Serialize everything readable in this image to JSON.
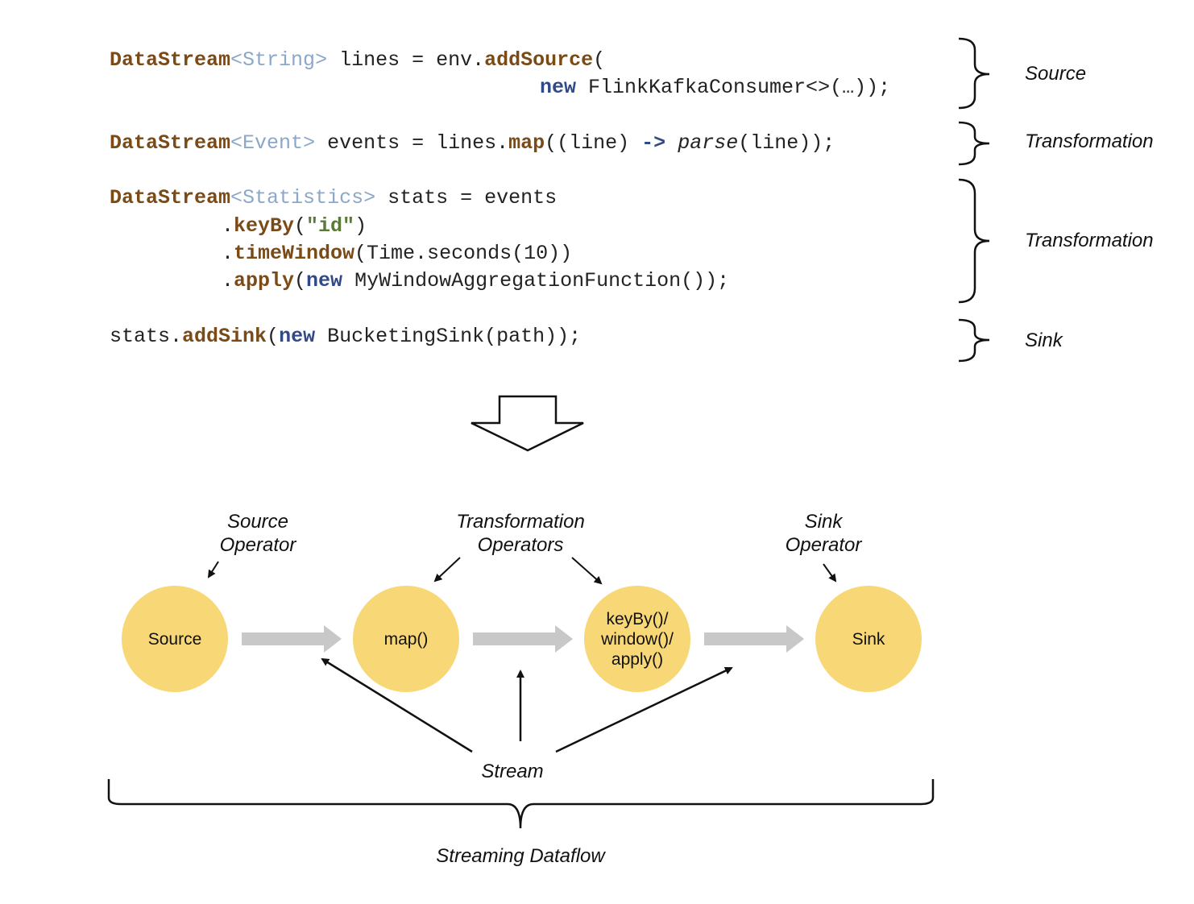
{
  "code": {
    "line1": {
      "t1": "DataStream",
      "t2": "<",
      "t3": "String",
      "t4": ">",
      "t5": " lines = env.",
      "t6": "addSource",
      "t7": "("
    },
    "line2": {
      "t1": "new",
      "t2": " FlinkKafkaConsumer<>(…));"
    },
    "line3": {
      "t1": "DataStream",
      "t2": "<",
      "t3": "Event",
      "t4": ">",
      "t5": " events = lines.",
      "t6": "map",
      "t7": "((line) ",
      "t8": "->",
      "t9": " ",
      "t10": "parse",
      "t11": "(line));"
    },
    "line4": {
      "t1": "DataStream",
      "t2": "<",
      "t3": "Statistics",
      "t4": ">",
      "t5": " stats = events"
    },
    "line5": {
      "t1": ".",
      "t2": "keyBy",
      "t3": "(",
      "t4": "\"id\"",
      "t5": ")"
    },
    "line6": {
      "t1": ".",
      "t2": "timeWindow",
      "t3": "(Time.seconds(10))"
    },
    "line7": {
      "t1": ".",
      "t2": "apply",
      "t3": "(",
      "t4": "new",
      "t5": " MyWindowAggregationFunction());"
    },
    "line8": {
      "t1": "stats.",
      "t2": "addSink",
      "t3": "(",
      "t4": "new",
      "t5": " BucketingSink(path));"
    }
  },
  "brace_labels": {
    "source": "Source",
    "transformation1": "Transformation",
    "transformation2": "Transformation",
    "sink": "Sink"
  },
  "dataflow": {
    "source_operator_label": {
      "line1": "Source",
      "line2": "Operator"
    },
    "transformation_operators_label": {
      "line1": "Transformation",
      "line2": "Operators"
    },
    "sink_operator_label": {
      "line1": "Sink",
      "line2": "Operator"
    },
    "nodes": {
      "source": "Source",
      "map": "map()",
      "window_line1": "keyBy()/",
      "window_line2": "window()/",
      "window_line3": "apply()",
      "sink": "Sink"
    },
    "stream_label": "Stream",
    "streaming_dataflow_label": "Streaming Dataflow"
  },
  "colors": {
    "node_fill": "#f8d776",
    "stream_arrow": "#c8c8c8",
    "keyword": "#7a4a17",
    "type_param": "#8ba7c9",
    "new_keyword": "#2f4a86",
    "string_literal": "#5b7a3a"
  }
}
